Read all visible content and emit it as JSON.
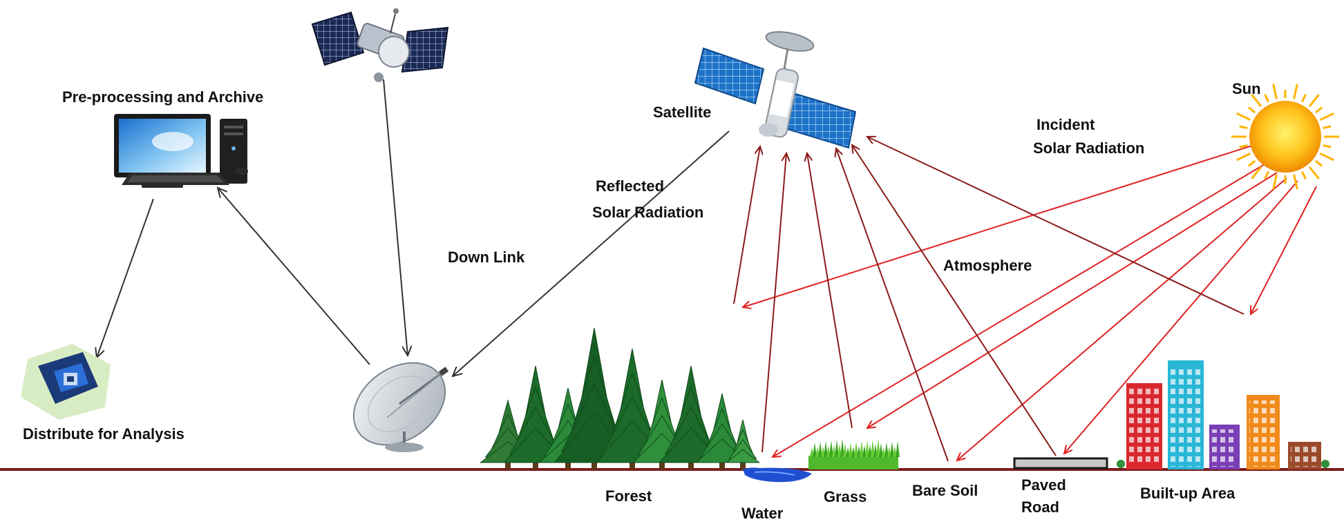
{
  "labels": {
    "preprocessing": "Pre-processing and Archive",
    "distribute": "Distribute for Analysis",
    "satellite": "Satellite",
    "reflected_line1": "Reflected",
    "reflected_line2": "Solar Radiation",
    "downlink": "Down Link",
    "incident_line1": "Incident",
    "incident_line2": "Solar Radiation",
    "sun": "Sun",
    "atmosphere": "Atmosphere",
    "forest": "Forest",
    "water": "Water",
    "grass": "Grass",
    "bare_soil": "Bare Soil",
    "paved_line1": "Paved",
    "paved_line2": "Road",
    "builtup": "Built-up Area"
  },
  "icons": [
    "computer-icon",
    "satellite-dish-icon",
    "comm-satellite-icon",
    "imaging-satellite-icon",
    "sun-icon",
    "forest-icon",
    "water-icon",
    "grass-icon",
    "paved-road-icon",
    "buildings-icon",
    "distribute-icon"
  ],
  "colors": {
    "ground": "#7a1a1a",
    "incident": "#e02020",
    "reflected": "#8b1a1a",
    "link": "#333333",
    "sun": "#ffb300",
    "panel": "#1e73c8",
    "tree": "#1d6b2a"
  }
}
